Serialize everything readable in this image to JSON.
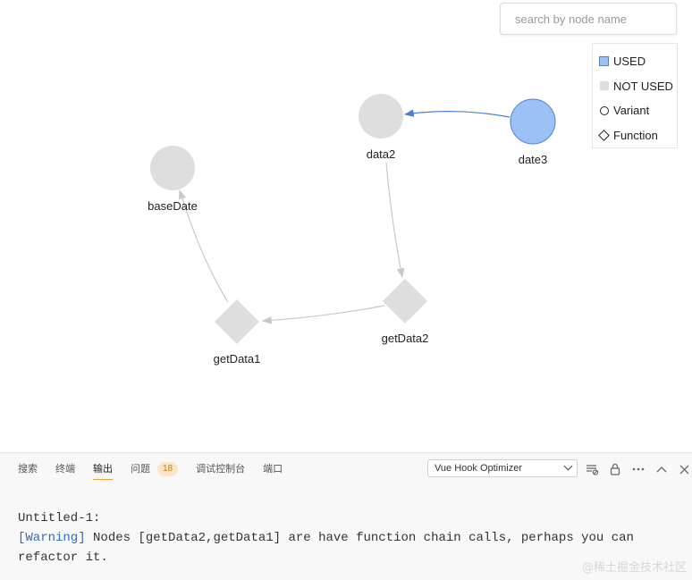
{
  "search": {
    "placeholder": "search by node name"
  },
  "legend": {
    "items": [
      {
        "label": "USED",
        "marker": "used-square",
        "color": "#9dc0f7"
      },
      {
        "label": "NOT USED",
        "marker": "notused-square",
        "color": "#dedede"
      },
      {
        "label": "Variant",
        "marker": "circle-outline"
      },
      {
        "label": "Function",
        "marker": "diamond-outline"
      }
    ]
  },
  "graph": {
    "nodes": [
      {
        "id": "baseDate",
        "label": "baseDate",
        "shape": "circle",
        "status": "NOT USED"
      },
      {
        "id": "data2",
        "label": "data2",
        "shape": "circle",
        "status": "NOT USED"
      },
      {
        "id": "date3",
        "label": "date3",
        "shape": "circle",
        "status": "USED"
      },
      {
        "id": "getData1",
        "label": "getData1",
        "shape": "diamond",
        "status": "NOT USED"
      },
      {
        "id": "getData2",
        "label": "getData2",
        "shape": "diamond",
        "status": "NOT USED"
      }
    ],
    "edges": [
      {
        "from": "date3",
        "to": "data2",
        "color": "#4a7fd4"
      },
      {
        "from": "data2",
        "to": "getData2",
        "color": "#c8c8c8"
      },
      {
        "from": "getData2",
        "to": "getData1",
        "color": "#c8c8c8"
      },
      {
        "from": "getData1",
        "to": "baseDate",
        "color": "#c8c8c8"
      }
    ]
  },
  "panel": {
    "tabs": [
      {
        "label": "搜索"
      },
      {
        "label": "终端"
      },
      {
        "label": "输出",
        "active": true
      },
      {
        "label": "问题",
        "badge": "18"
      },
      {
        "label": "调试控制台"
      },
      {
        "label": "端口"
      }
    ],
    "output_channel": "Vue Hook Optimizer",
    "output": {
      "line1": "Untitled-1:",
      "warning_tag": "[Warning]",
      "warning_text": " Nodes [getData2,getData1] are have function chain calls, perhaps you can refactor it."
    }
  },
  "watermark": "@稀土掘金技术社区"
}
